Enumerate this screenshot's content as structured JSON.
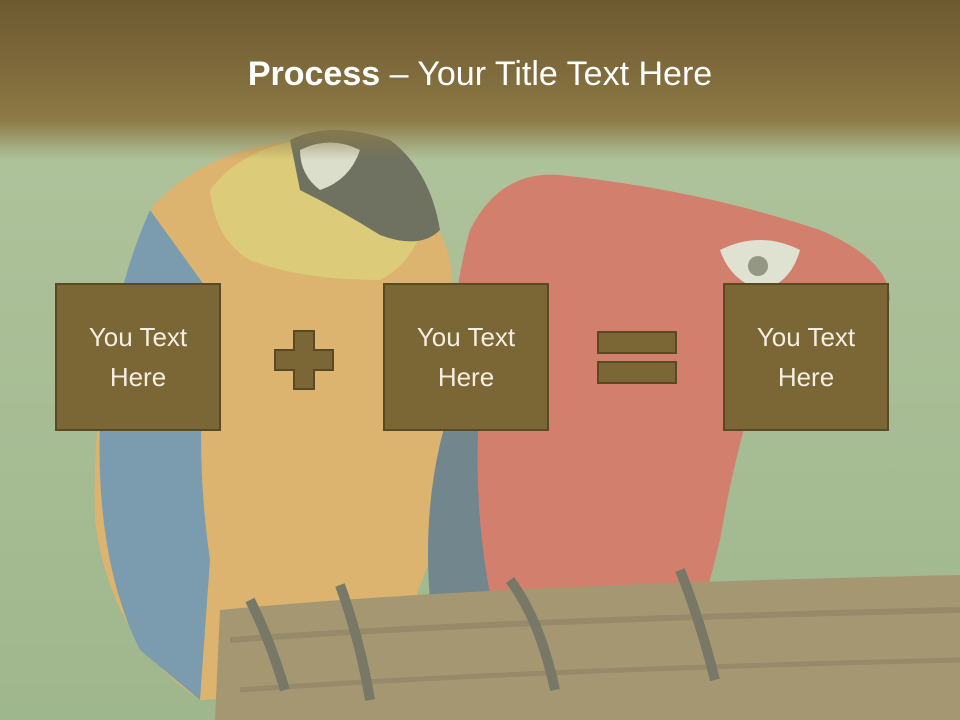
{
  "slide": {
    "title_bold": "Process",
    "title_rest": " – Your Title Text Here",
    "boxes": [
      {
        "label": "You Text Here"
      },
      {
        "label": "You Text Here"
      },
      {
        "label": "You Text Here"
      }
    ],
    "operators": [
      "plus-icon",
      "equals-icon"
    ]
  },
  "colors": {
    "title_band": "#7e6a3b",
    "box_fill": "#7b6636",
    "box_border": "#5a4a24",
    "text_light": "#ffffff",
    "background_green": "#b9c9a2"
  }
}
